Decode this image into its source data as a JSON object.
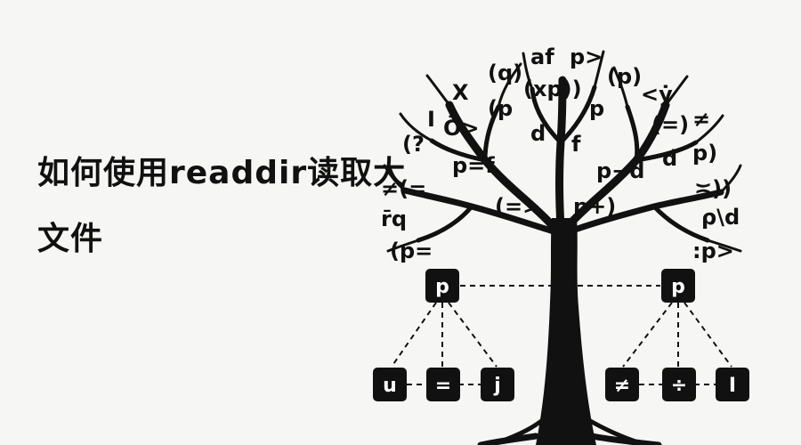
{
  "title_lines": [
    "如何使用readdir读取大",
    "文件"
  ],
  "colors": {
    "background": "#f6f6f4",
    "ink": "#111111",
    "node_fill": "#111111",
    "node_text": "#ffffff"
  },
  "tree": {
    "canopy_symbols": [
      "(q)",
      "af",
      "p>",
      "(p)",
      "X",
      "(xp))",
      "I",
      "(p",
      "<ẏ",
      "Ō>",
      "d",
      "p",
      "(=)",
      "≠",
      "(?",
      "p=f",
      "f",
      "p−d",
      "d",
      "p)",
      "≠(=",
      "(=>",
      "p+)",
      "≍))",
      "r̄q",
      "ρ\\d",
      "(p=",
      ":p>"
    ],
    "top_nodes": [
      "p",
      "p"
    ],
    "bottom_left_nodes": [
      "u",
      "=",
      "j"
    ],
    "bottom_right_nodes": [
      "≠",
      "÷",
      "I"
    ]
  }
}
